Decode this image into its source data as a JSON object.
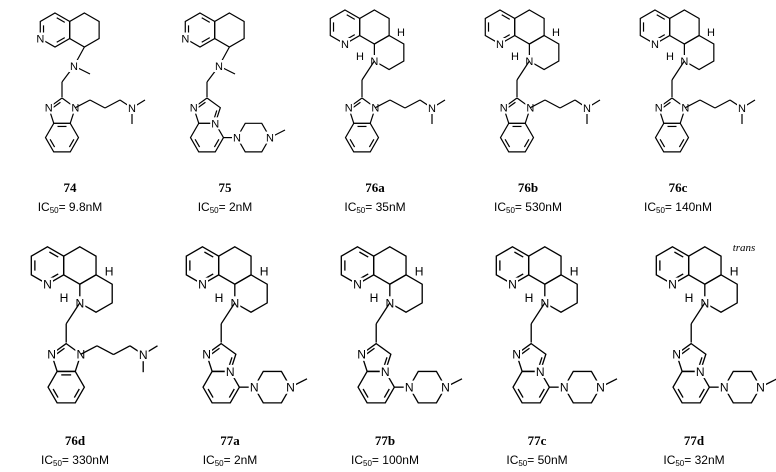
{
  "atoms": {
    "nitrogen": "N",
    "hydrogen": "H",
    "trans_label": "trans"
  },
  "ic50": {
    "prefix": "IC",
    "sub": "50"
  },
  "compounds": [
    {
      "id": "74",
      "ic50": "= 9.8nM",
      "top": "thq",
      "bottom": "benzimidazole"
    },
    {
      "id": "75",
      "ic50": "= 2nM",
      "top": "thq",
      "bottom": "imidazopyridine"
    },
    {
      "id": "76a",
      "ic50": "= 35nM",
      "top": "tricyclic",
      "bottom": "benzimidazole"
    },
    {
      "id": "76b",
      "ic50": "= 530nM",
      "top": "tricyclic",
      "bottom": "benzimidazole"
    },
    {
      "id": "76c",
      "ic50": "= 140nM",
      "top": "tricyclic",
      "bottom": "benzimidazole"
    },
    {
      "id": "76d",
      "ic50": "= 330nM",
      "top": "tricyclic",
      "bottom": "benzimidazole"
    },
    {
      "id": "77a",
      "ic50": "= 2nM",
      "top": "tricyclic",
      "bottom": "imidazopyridine"
    },
    {
      "id": "77b",
      "ic50": "= 100nM",
      "top": "tricyclic",
      "bottom": "imidazopyridine"
    },
    {
      "id": "77c",
      "ic50": "= 50nM",
      "top": "tricyclic",
      "bottom": "imidazopyridine"
    },
    {
      "id": "77d",
      "ic50": "= 32nM",
      "top": "tricyclic",
      "bottom": "imidazopyridine",
      "trans": true
    }
  ]
}
